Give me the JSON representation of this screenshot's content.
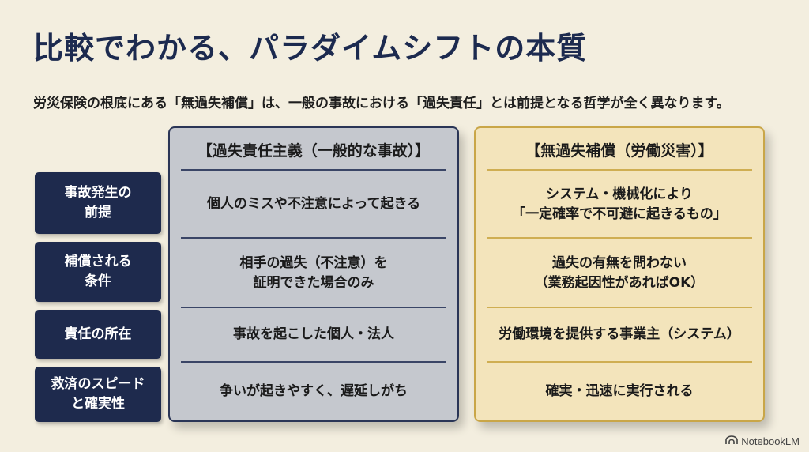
{
  "title": "比較でわかる、パラダイムシフトの本質",
  "subtitle": "労災保険の根底にある「無過失補償」は、一般の事故における「過失責任」とは前提となる哲学が全く異なります。",
  "row_labels": [
    "事故発生の\n前提",
    "補償される\n条件",
    "責任の所在",
    "救済のスピード\nと確実性"
  ],
  "columns": [
    {
      "header": "【過失責任主義（一般的な事故）】",
      "cells": [
        "個人のミスや不注意によって起きる",
        "相手の過失（不注意）を\n証明できた場合のみ",
        "事故を起こした個人・法人",
        "争いが起きやすく、遅延しがち"
      ]
    },
    {
      "header": "【無過失補償（労働災害）】",
      "cells": [
        "システム・機械化により\n「一定確率で不可避に起きるもの」",
        "過失の有無を問わない\n（業務起因性があればOK）",
        "労働環境を提供する事業主（システム）",
        "確実・迅速に実行される"
      ]
    }
  ],
  "brand": {
    "icon": "notebooklm-logo-icon",
    "label": "NotebookLM"
  },
  "colors": {
    "background": "#f3eedf",
    "navy": "#1e2a4d",
    "left_panel": "#c5c8ce",
    "right_panel": "#f3e4bb",
    "gold": "#c9a648"
  }
}
